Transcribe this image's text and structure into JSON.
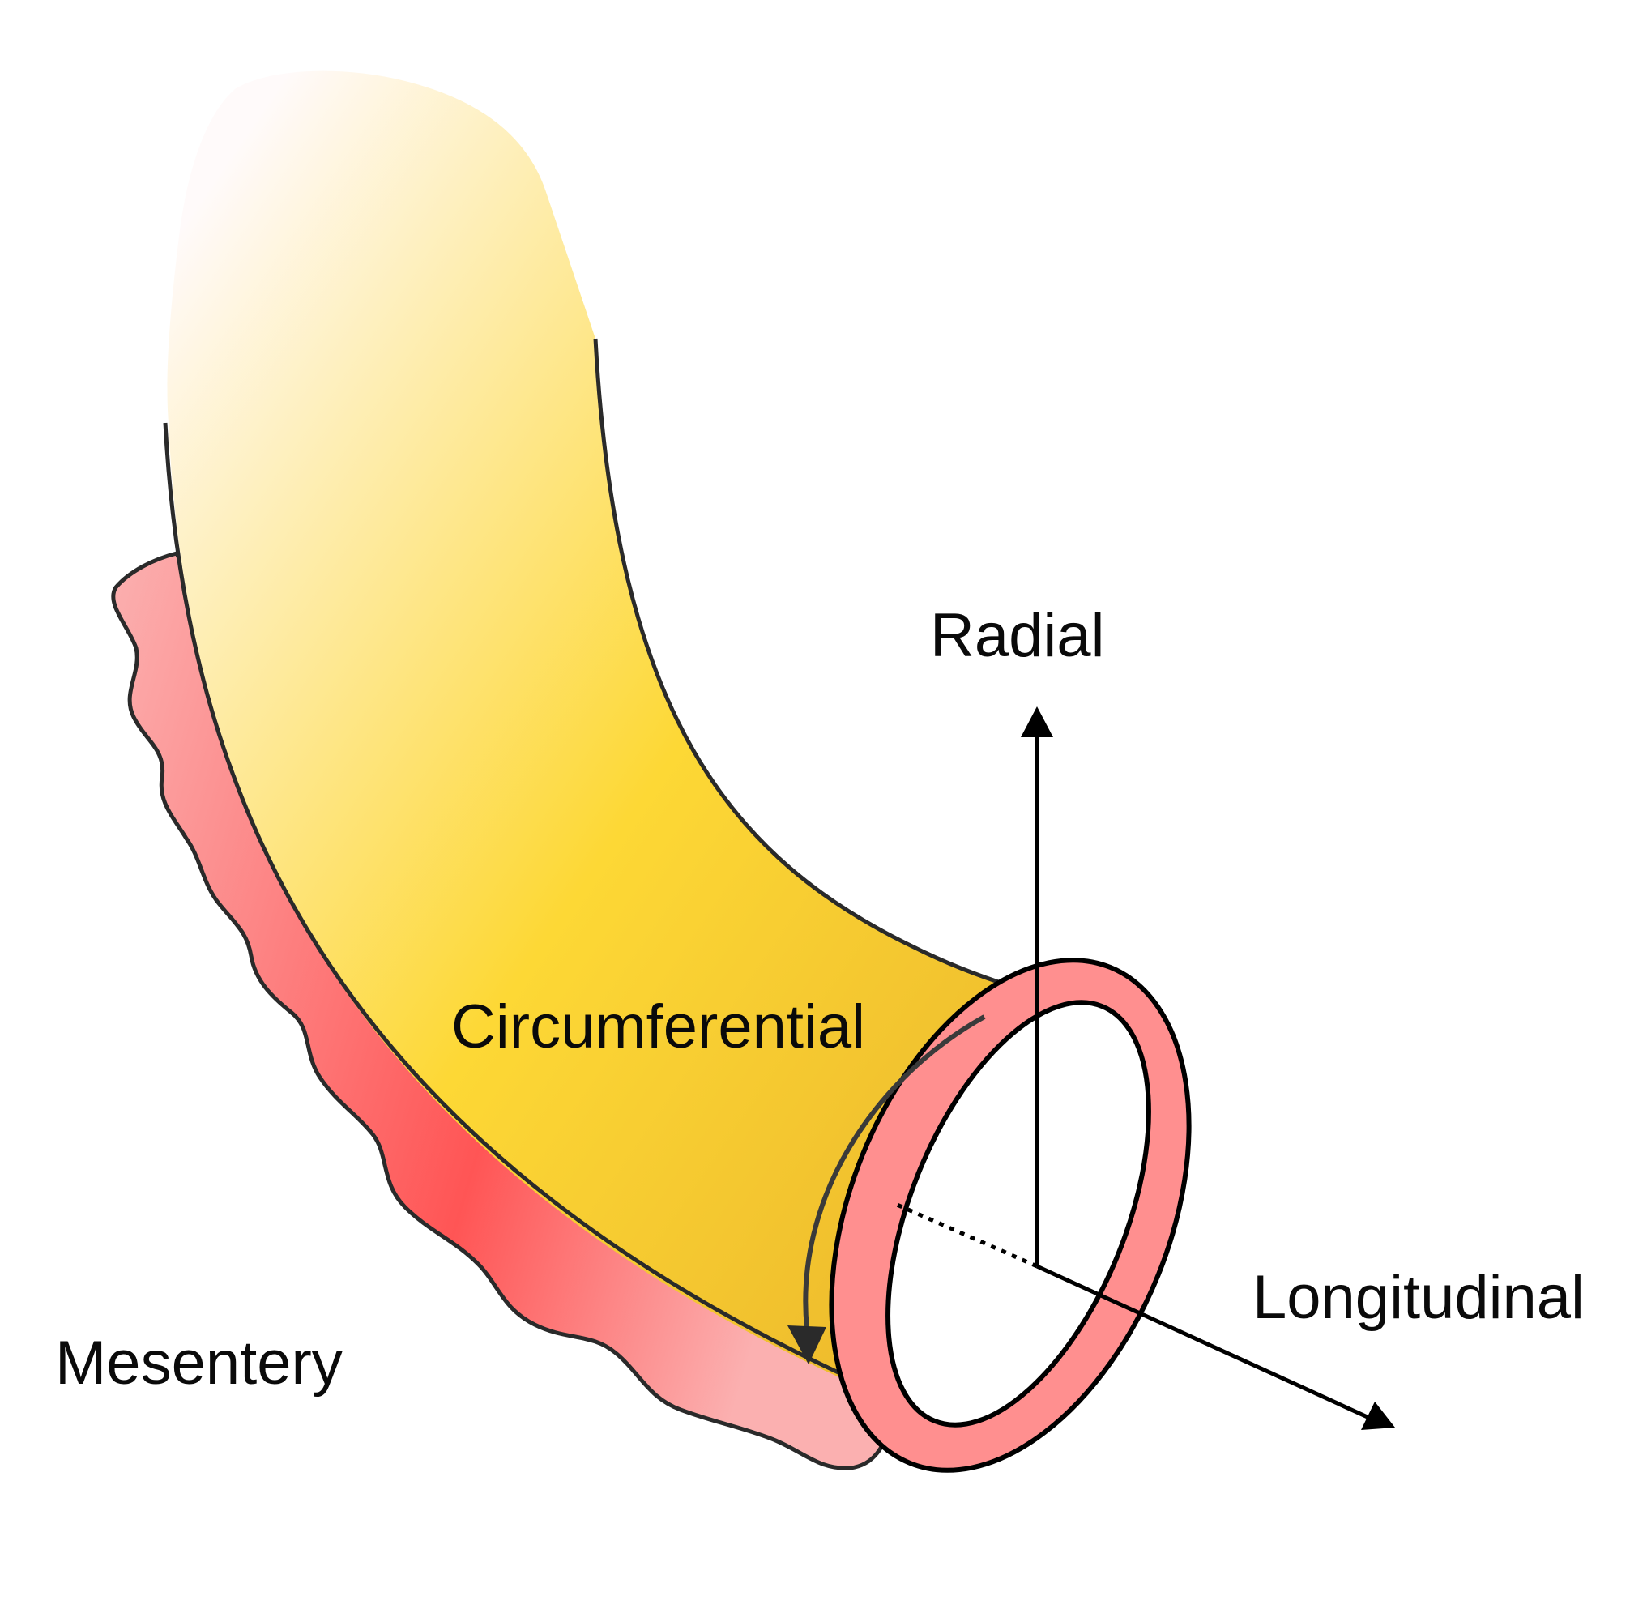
{
  "labels": {
    "radial": "Radial",
    "circumferential": "Circumferential",
    "longitudinal": "Longitudinal",
    "mesentery": "Mesentery"
  },
  "colors": {
    "outline": "#2a2a2a",
    "tube_light": "#fffafa",
    "tube_mid": "#fdd835",
    "tube_dark": "#eab42a",
    "mesentery_light": "#fbb0b0",
    "mesentery_mid": "#ff5555",
    "ring_fill": "#ff8f8f",
    "lumen_fill": "#ffffff",
    "axis": "#000000",
    "circ_arrow": "#3a3a3a"
  }
}
